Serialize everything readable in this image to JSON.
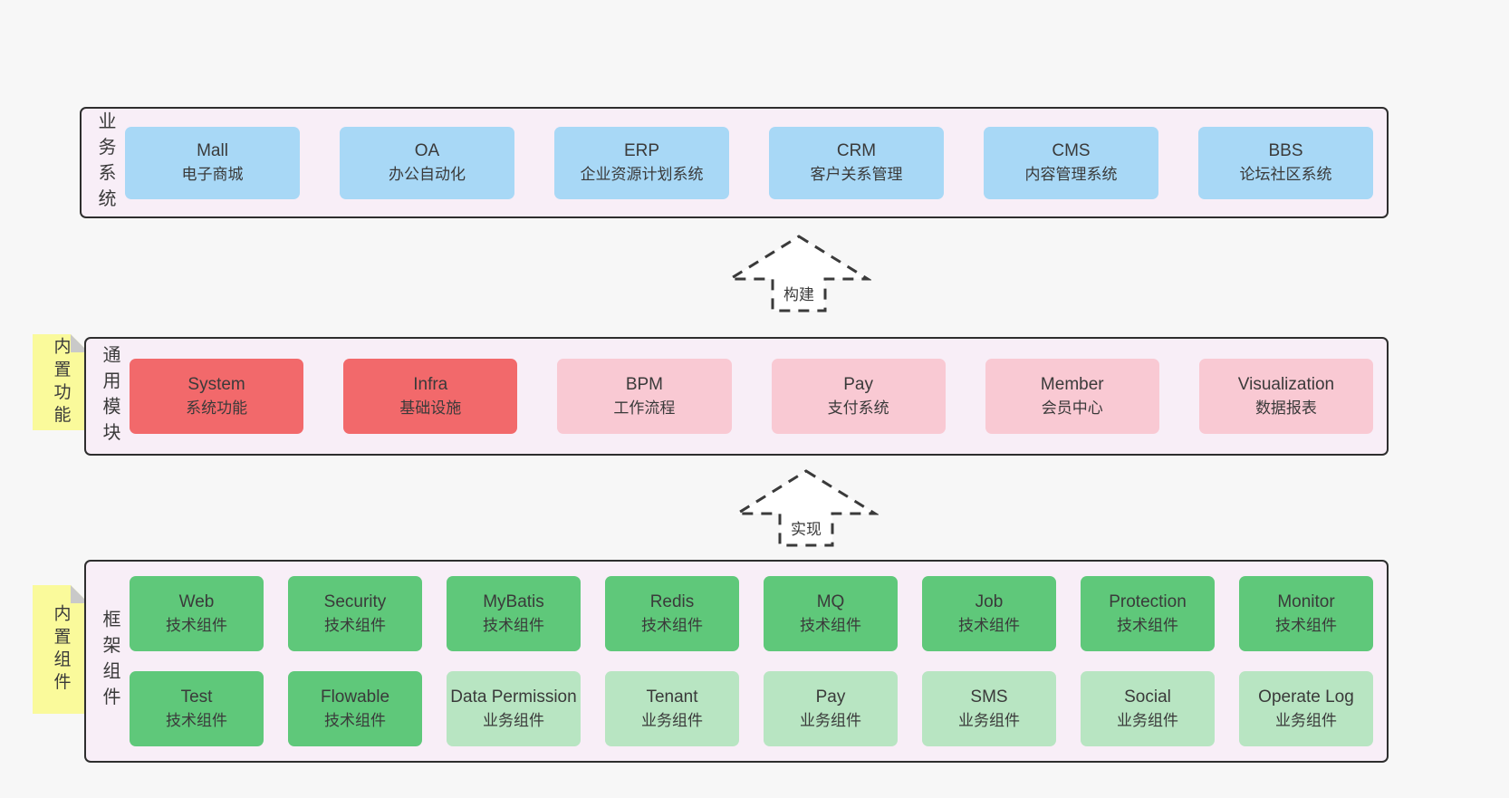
{
  "colors": {
    "background": "#f7f7f7",
    "band_bg": "#f8eef7",
    "band_border": "#2e2e2e",
    "text": "#3a3a3a",
    "blue": "#a8d8f6",
    "red": "#f2696b",
    "pink": "#f9c9d3",
    "green": "#5fc87a",
    "green_light": "#b8e5c2",
    "sticky_yellow": "#fafa9b",
    "sticky_fold": "#c9c9c9"
  },
  "arrows": [
    {
      "label": "构建"
    },
    {
      "label": "实现"
    }
  ],
  "bands": [
    {
      "side_label": "业务系统",
      "sticky": null,
      "boxes": [
        {
          "title": "Mall",
          "subtitle": "电子商城",
          "color": "blue"
        },
        {
          "title": "OA",
          "subtitle": "办公自动化",
          "color": "blue"
        },
        {
          "title": "ERP",
          "subtitle": "企业资源计划系统",
          "color": "blue"
        },
        {
          "title": "CRM",
          "subtitle": "客户关系管理",
          "color": "blue"
        },
        {
          "title": "CMS",
          "subtitle": "内容管理系统",
          "color": "blue"
        },
        {
          "title": "BBS",
          "subtitle": "论坛社区系统",
          "color": "blue"
        }
      ]
    },
    {
      "side_label": "通用模块",
      "sticky": "内置功能",
      "boxes": [
        {
          "title": "System",
          "subtitle": "系统功能",
          "color": "red"
        },
        {
          "title": "Infra",
          "subtitle": "基础设施",
          "color": "red"
        },
        {
          "title": "BPM",
          "subtitle": "工作流程",
          "color": "pink"
        },
        {
          "title": "Pay",
          "subtitle": "支付系统",
          "color": "pink"
        },
        {
          "title": "Member",
          "subtitle": "会员中心",
          "color": "pink"
        },
        {
          "title": "Visualization",
          "subtitle": "数据报表",
          "color": "pink"
        }
      ]
    },
    {
      "side_label": "框架组件",
      "sticky": "内置组件",
      "boxes": [
        {
          "title": "Web",
          "subtitle": "技术组件",
          "color": "green"
        },
        {
          "title": "Security",
          "subtitle": "技术组件",
          "color": "green"
        },
        {
          "title": "MyBatis",
          "subtitle": "技术组件",
          "color": "green"
        },
        {
          "title": "Redis",
          "subtitle": "技术组件",
          "color": "green"
        },
        {
          "title": "MQ",
          "subtitle": "技术组件",
          "color": "green"
        },
        {
          "title": "Job",
          "subtitle": "技术组件",
          "color": "green"
        },
        {
          "title": "Protection",
          "subtitle": "技术组件",
          "color": "green"
        },
        {
          "title": "Monitor",
          "subtitle": "技术组件",
          "color": "green"
        },
        {
          "title": "Test",
          "subtitle": "技术组件",
          "color": "green"
        },
        {
          "title": "Flowable",
          "subtitle": "技术组件",
          "color": "green"
        },
        {
          "title": "Data Permission",
          "subtitle": "业务组件",
          "color": "green_light"
        },
        {
          "title": "Tenant",
          "subtitle": "业务组件",
          "color": "green_light"
        },
        {
          "title": "Pay",
          "subtitle": "业务组件",
          "color": "green_light"
        },
        {
          "title": "SMS",
          "subtitle": "业务组件",
          "color": "green_light"
        },
        {
          "title": "Social",
          "subtitle": "业务组件",
          "color": "green_light"
        },
        {
          "title": "Operate Log",
          "subtitle": "业务组件",
          "color": "green_light"
        }
      ]
    }
  ]
}
